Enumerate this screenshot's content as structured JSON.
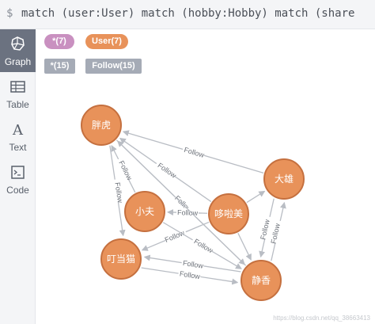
{
  "query": {
    "prompt": "$",
    "text": "match (user:User) match (hobby:Hobby) match (share"
  },
  "sidebar": {
    "items": [
      {
        "label": "Graph",
        "icon": "graph-icon"
      },
      {
        "label": "Table",
        "icon": "table-icon"
      },
      {
        "label": "Text",
        "icon": "text-icon"
      },
      {
        "label": "Code",
        "icon": "code-icon"
      }
    ]
  },
  "legend": {
    "node_all": "*(7)",
    "node_user": "User(7)",
    "rel_all": "*(15)",
    "rel_follow": "Follow(15)"
  },
  "colors": {
    "node": "#e8925a",
    "node_border": "#c5703f",
    "pill_purple": "#c990c0",
    "tag_gray": "#a5abb6",
    "edge": "#b9bdc4"
  },
  "graph": {
    "nodes": [
      {
        "id": "pang",
        "label": "胖虎"
      },
      {
        "id": "xiao",
        "label": "小夫"
      },
      {
        "id": "dora",
        "label": "哆啦美"
      },
      {
        "id": "daxiong",
        "label": "大雄"
      },
      {
        "id": "dingdang",
        "label": "叮当猫"
      },
      {
        "id": "jing",
        "label": "静香"
      }
    ],
    "edge_label": "Follow"
  },
  "watermark": "https://blog.csdn.net/qq_38663413"
}
